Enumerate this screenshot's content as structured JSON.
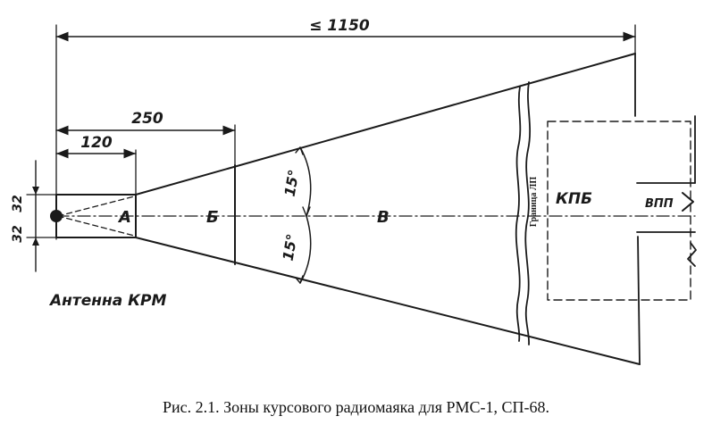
{
  "dimensions": {
    "total_length": "≤ 1150",
    "zone_b_boundary": "250",
    "zone_a_length": "120",
    "half_width_upper": "32",
    "half_width_lower": "32"
  },
  "angles": {
    "upper": "15°",
    "lower": "15°"
  },
  "zones": {
    "a": "А",
    "b": "Б",
    "v": "В"
  },
  "labels": {
    "antenna": "Антенна КРМ",
    "airfield_boundary": "Граница ЛП",
    "kpb": "КПБ",
    "vpp": "ВПП"
  },
  "caption": "Рис. 2.1. Зоны курсового радиомаяка для РМС-1, СП-68."
}
